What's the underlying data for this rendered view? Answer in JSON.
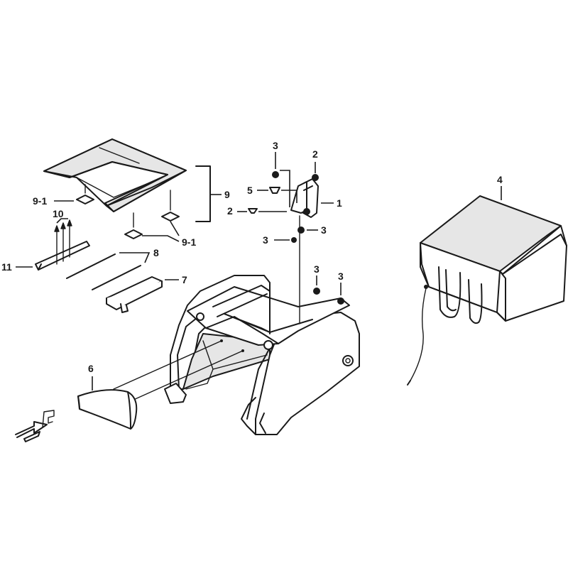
{
  "labels": {
    "p1": "1",
    "p2a": "2",
    "p2b": "2",
    "p3a": "3",
    "p3b": "3",
    "p3c": "3",
    "p3d": "3",
    "p3e": "3",
    "p4": "4",
    "p5": "5",
    "p6": "6",
    "p7": "7",
    "p8": "8",
    "p9": "9",
    "p9_1a": "9-1",
    "p9_1b": "9-1",
    "p10": "10",
    "p11": "11",
    "direction_mark": "F"
  }
}
